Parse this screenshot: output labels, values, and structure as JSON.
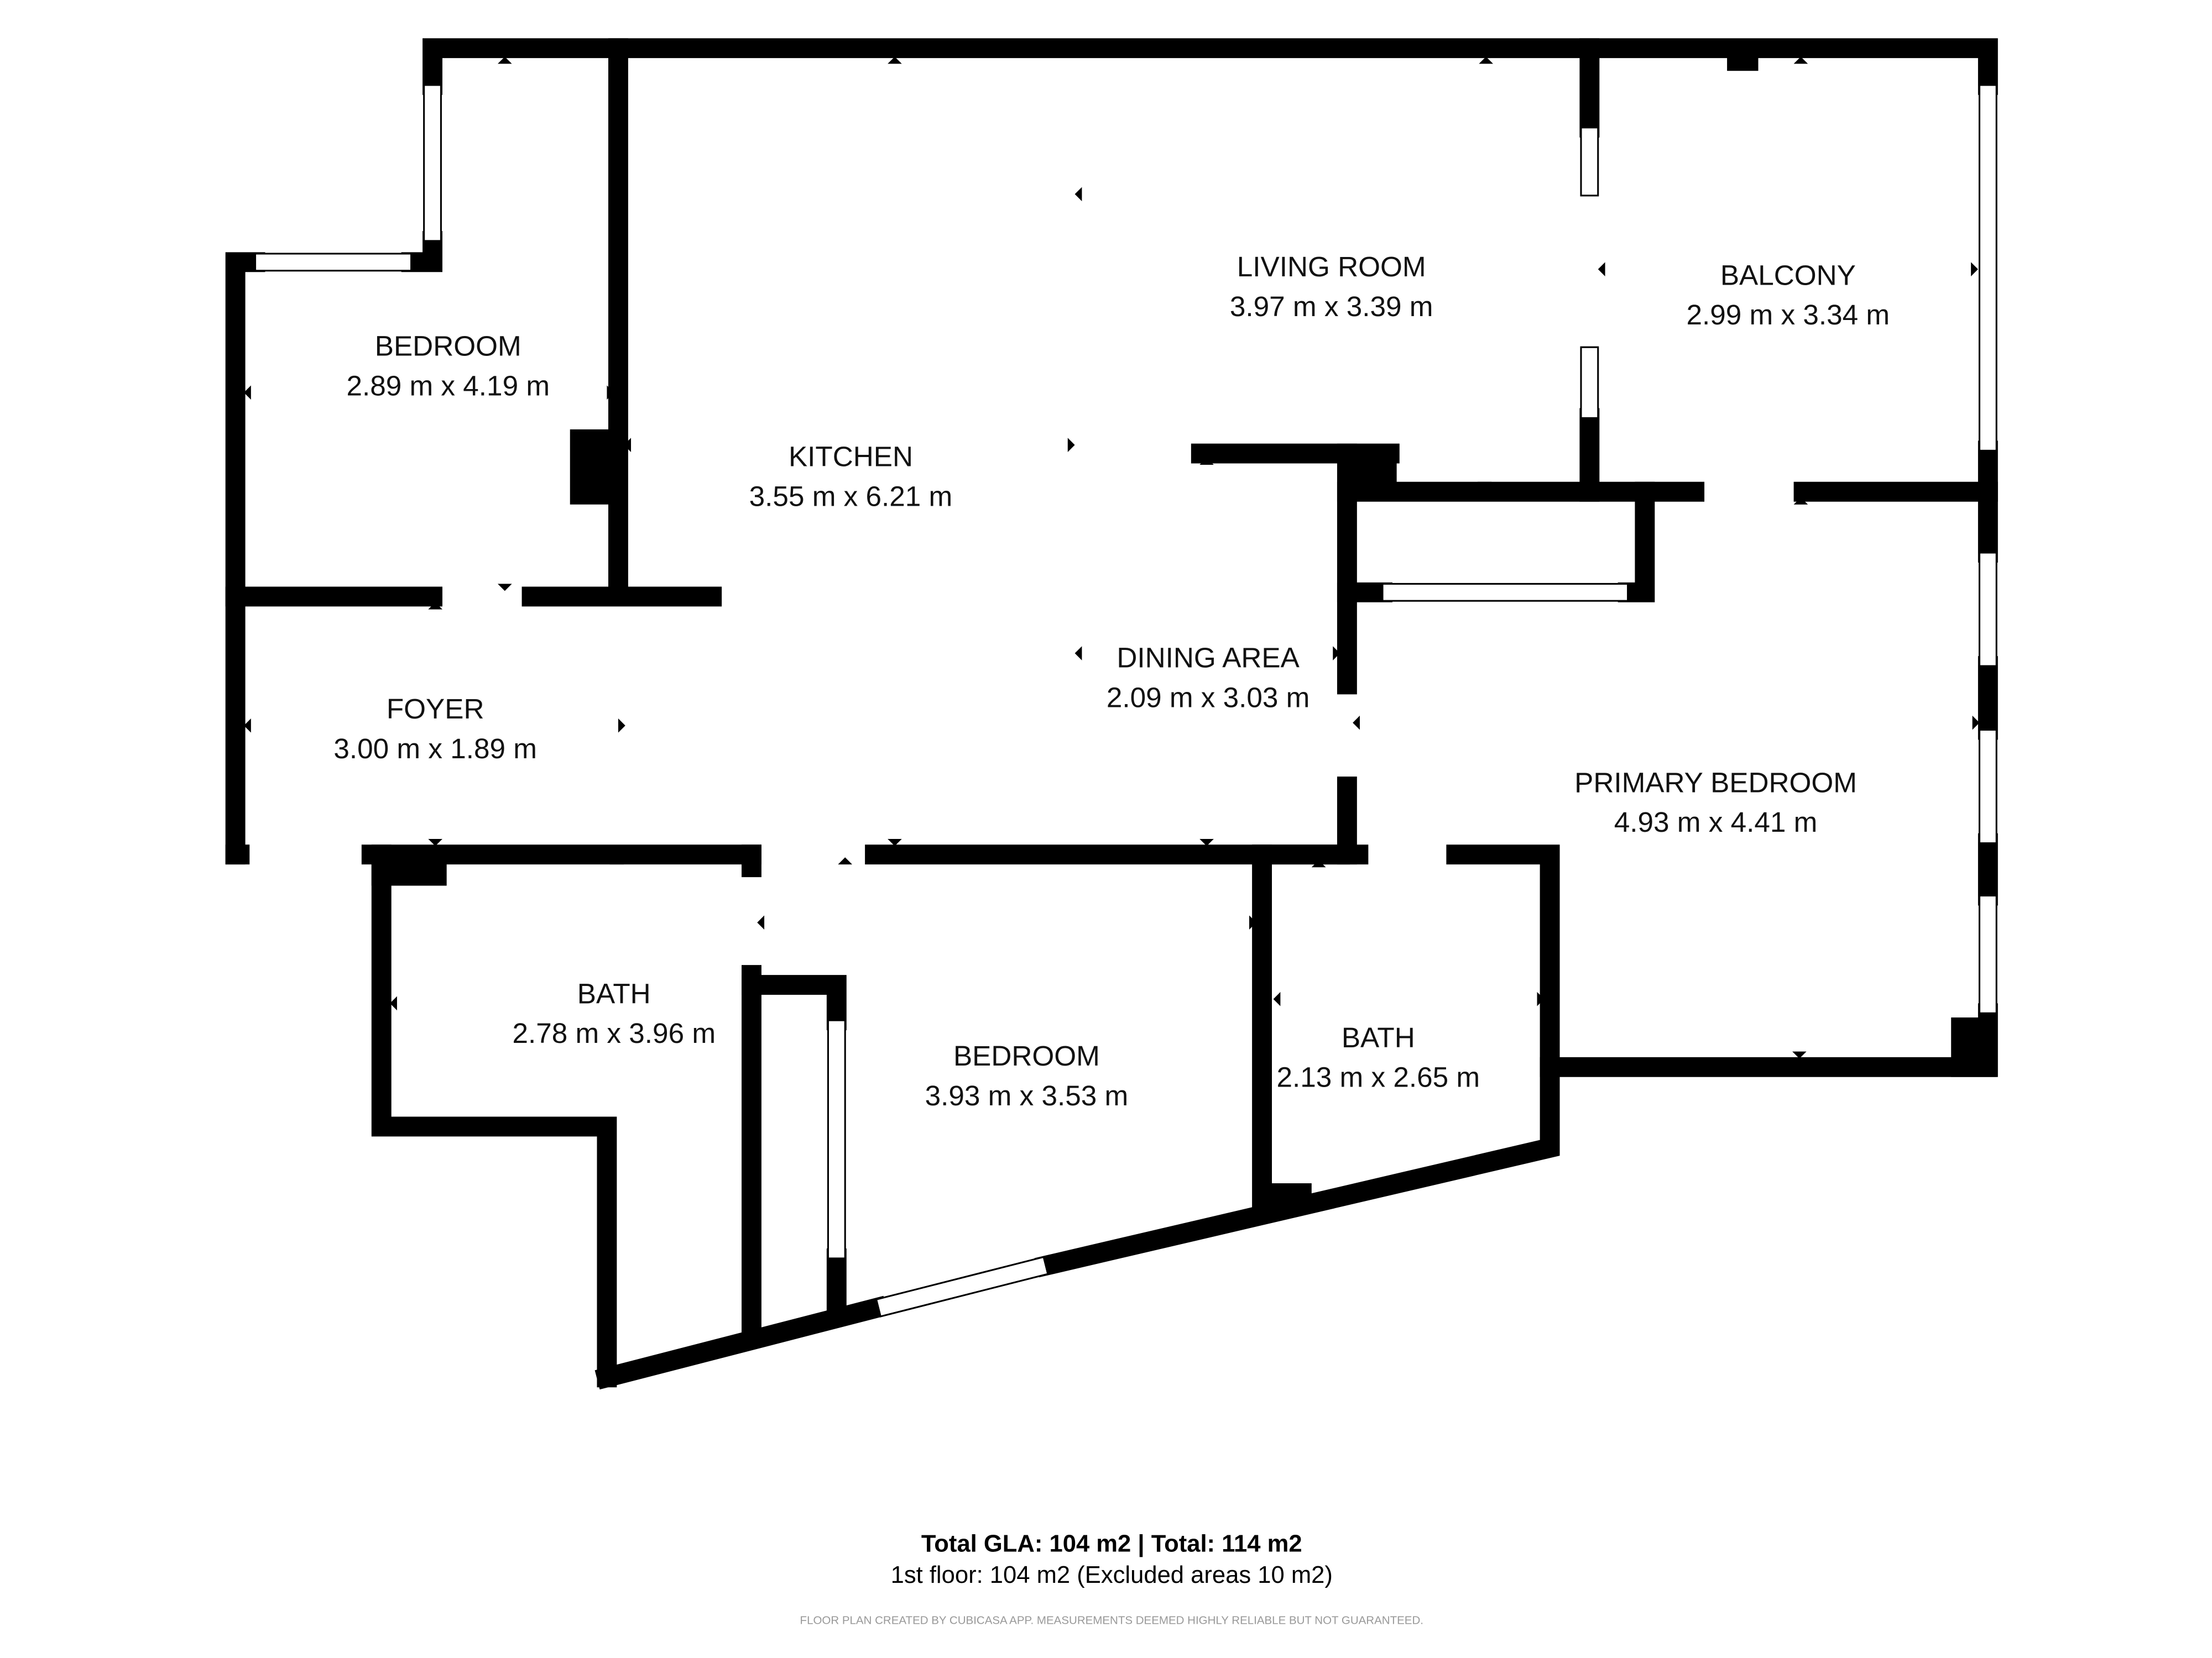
{
  "rooms": [
    {
      "name": "BEDROOM",
      "dims": "2.89 m x 4.19 m"
    },
    {
      "name": "KITCHEN",
      "dims": "3.55 m x 6.21 m"
    },
    {
      "name": "LIVING ROOM",
      "dims": "3.97 m x 3.39 m"
    },
    {
      "name": "BALCONY",
      "dims": "2.99 m x 3.34 m"
    },
    {
      "name": "DINING AREA",
      "dims": "2.09 m x 3.03 m"
    },
    {
      "name": "FOYER",
      "dims": "3.00 m x 1.89 m"
    },
    {
      "name": "PRIMARY BEDROOM",
      "dims": "4.93 m x 4.41 m"
    },
    {
      "name": "BATH",
      "dims": "2.78 m x 3.96 m"
    },
    {
      "name": "BEDROOM",
      "dims": "3.93 m x 3.53 m"
    },
    {
      "name": "BATH",
      "dims": "2.13 m x 2.65 m"
    }
  ],
  "summary": {
    "totals": "Total GLA: 104 m2 | Total: 114 m2",
    "floor": "1st floor: 104 m2 (Excluded areas 10 m2)",
    "disclaimer": "FLOOR PLAN CREATED BY CUBICASA APP. MEASUREMENTS DEEMED HIGHLY RELIABLE BUT NOT GUARANTEED."
  }
}
